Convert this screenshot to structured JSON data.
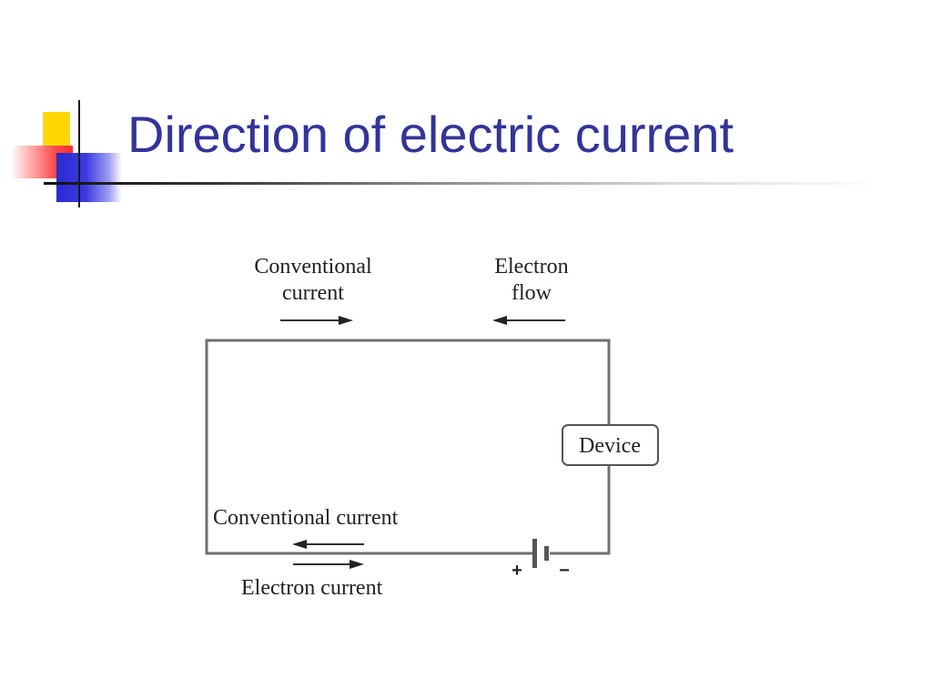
{
  "slide": {
    "title": "Direction of electric current"
  },
  "diagram": {
    "top_left_label_line1": "Conventional",
    "top_left_label_line2": "current",
    "top_right_label_line1": "Electron",
    "top_right_label_line2": "flow",
    "device_label": "Device",
    "bottom_label_top": "Conventional current",
    "bottom_label_bottom": "Electron current",
    "battery_plus": "+",
    "battery_minus": "−"
  },
  "colors": {
    "title": "#333399",
    "wire": "#707070",
    "text": "#222222"
  }
}
